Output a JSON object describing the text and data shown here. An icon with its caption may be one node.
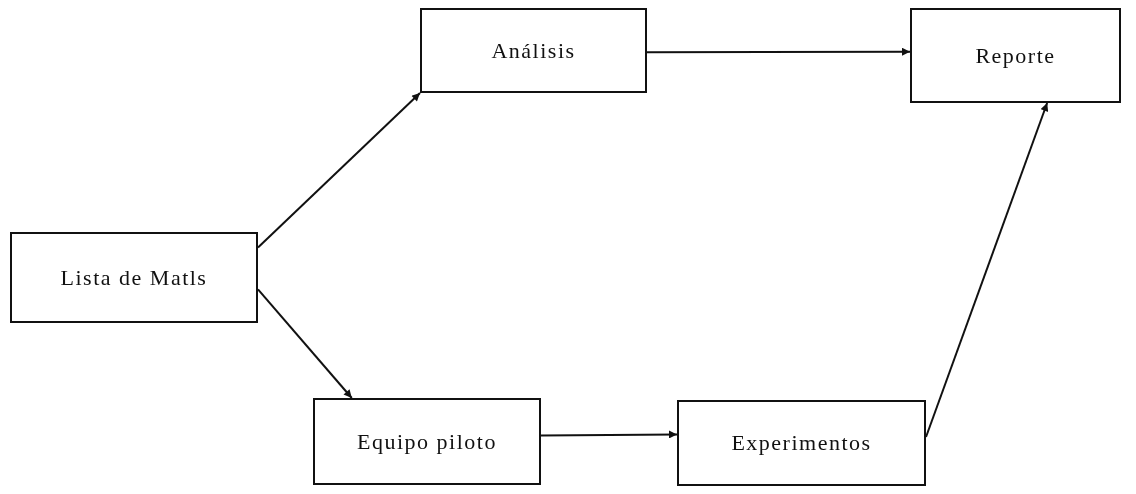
{
  "diagram": {
    "nodes": [
      {
        "text": [
          "Análisis"
        ]
      },
      {
        "text": [
          "Reporte"
        ]
      },
      {
        "text": [
          "Lista de Matls"
        ]
      },
      {
        "text": [
          "Equipo piloto"
        ]
      },
      {
        "text": [
          "Experimentos"
        ]
      }
    ],
    "edges": [
      {
        "from": 2,
        "to": 0,
        "arrow": "to"
      },
      {
        "from": 2,
        "to": 3,
        "arrow": "to"
      },
      {
        "from": 0,
        "to": 1,
        "arrow": "to"
      },
      {
        "from": 3,
        "to": 4,
        "arrow": "to"
      },
      {
        "from": 4,
        "to": 1,
        "arrow": "to"
      }
    ]
  }
}
